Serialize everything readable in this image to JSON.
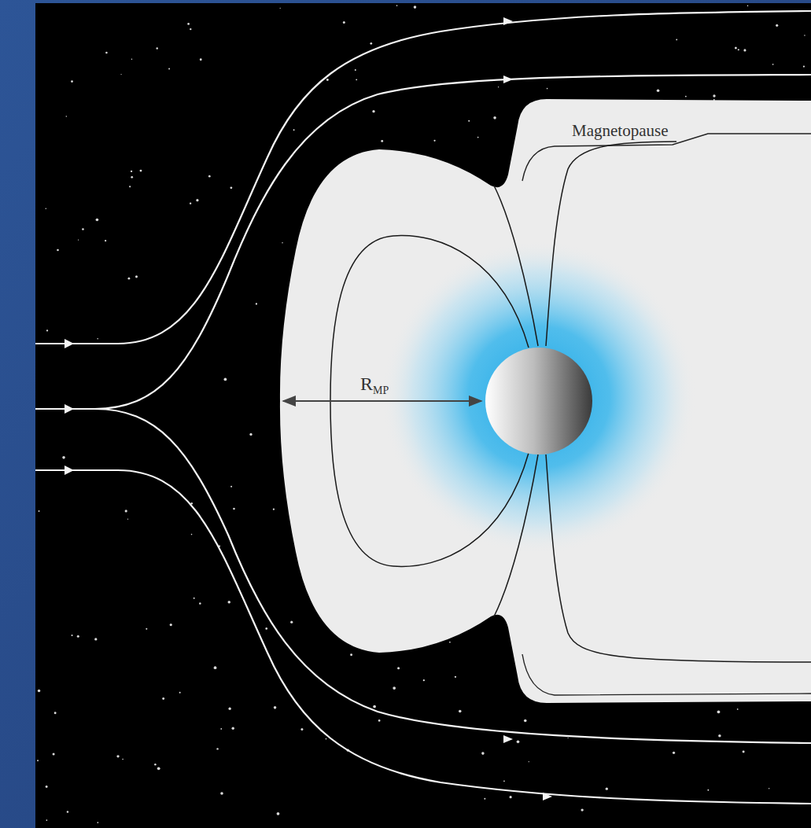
{
  "diagram": {
    "labels": [
      "Magnetopause",
      "R",
      "MP"
    ]
  }
}
